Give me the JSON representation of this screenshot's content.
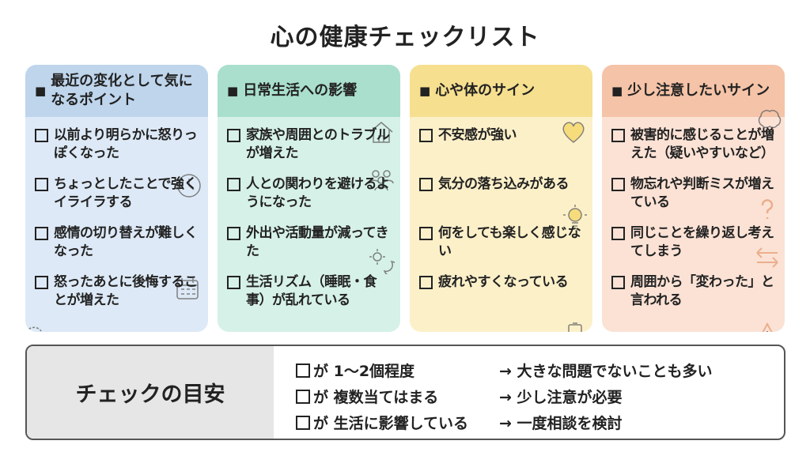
{
  "title": "心の健康チェックリスト",
  "cards": [
    {
      "heading": "最近の変化として気になるポイント",
      "header_color": "#bed5ec",
      "body_color": "#dde9f6",
      "items": [
        "以前より明らかに怒りっぽくなった",
        "ちょっとしたことで強くイライラする",
        "感情の切り替えが難しくなった",
        "怒ったあとに後悔することが増えた"
      ],
      "icons": [
        "clock-icon",
        "calendar-icon",
        "refresh-icon"
      ]
    },
    {
      "heading": "日常生活への影響",
      "header_color": "#a9dfcc",
      "body_color": "#d6f1e7",
      "items": [
        "家族や周囲とのトラブルが増えた",
        "人との関わりを避けるようになった",
        "外出や活動量が減ってきた",
        "生活リズム（睡眠・食事）が乱れている"
      ],
      "icons": [
        "house-icon",
        "people-icon",
        "sun-moon-icon"
      ]
    },
    {
      "heading": "心や体のサイン",
      "header_color": "#f6df8f",
      "body_color": "#fcf0c9",
      "items": [
        "不安感が強い",
        "気分の落ち込みがある",
        "何をしても楽しく感じない",
        "疲れやすくなっている"
      ],
      "icons": [
        "heart-icon",
        "lightbulb-icon",
        "battery-icon"
      ]
    },
    {
      "heading": "少し注意したいサイン",
      "header_color": "#f5c3a7",
      "body_color": "#fbe2d5",
      "items": [
        "被害的に感じることが増えた（疑いやすいなど）",
        "物忘れや判断ミスが増えている",
        "同じことを繰り返し考えてしまう",
        "周囲から「変わった」と言われる"
      ],
      "icons": [
        "brain-icon",
        "question-icon",
        "arrows-icon",
        "warning-icon"
      ]
    }
  ],
  "guide": {
    "label": "チェックの目安",
    "rows": [
      {
        "cond": "が 1〜2個程度",
        "result": "→ 大きな問題でないことも多い"
      },
      {
        "cond": "が 複数当てはまる",
        "result": "→ 少し注意が必要"
      },
      {
        "cond": "が 生活に影響している",
        "result": "→ 一度相談を検討"
      }
    ]
  }
}
